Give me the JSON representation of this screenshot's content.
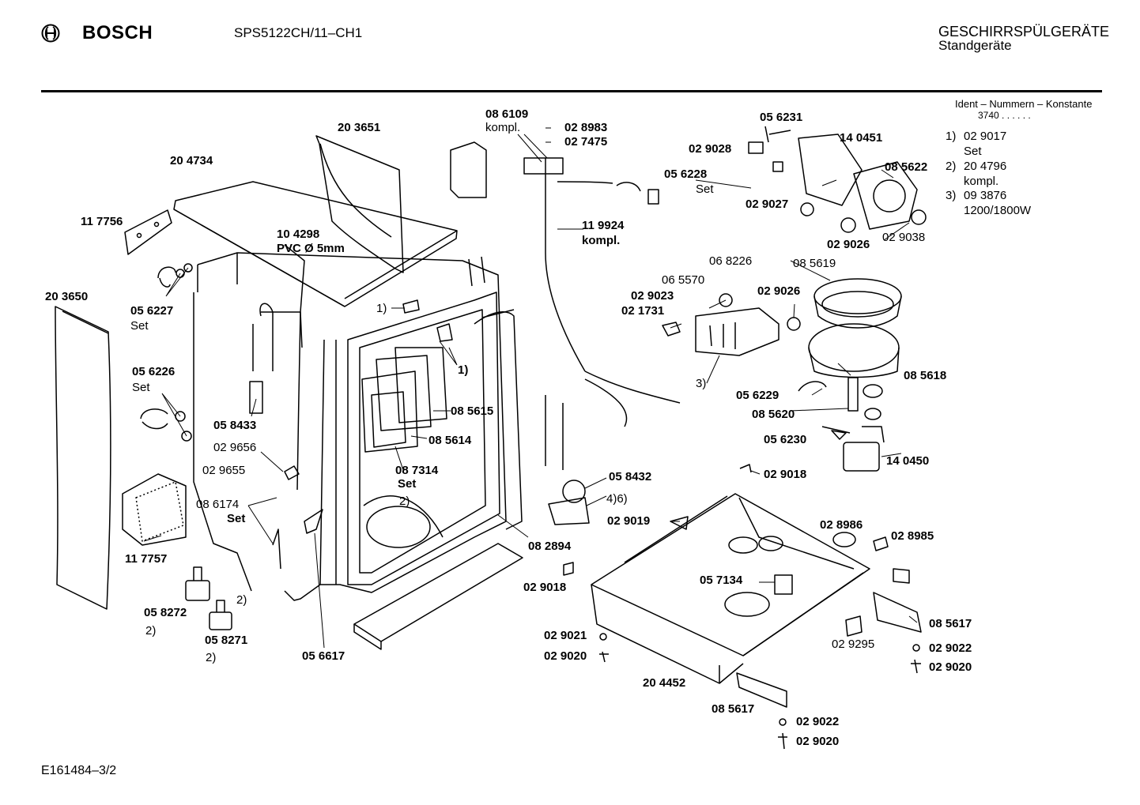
{
  "header": {
    "brand": "BOSCH",
    "model": "SPS5122CH/11–CH1",
    "category": "GESCHIRRSPÜLGERÄTE",
    "subcategory": "Standgeräte"
  },
  "ident": {
    "title": "Ident – Nummern – Konstante",
    "value": "3740 . . . . . ."
  },
  "notes": [
    {
      "key": "1)",
      "line1": "02 9017",
      "line2": "Set"
    },
    {
      "key": "2)",
      "line1": "20 4796",
      "line2": "kompl."
    },
    {
      "key": "3)",
      "line1": "09 3876",
      "line2": "1200/1800W"
    }
  ],
  "footer": "E161484–3/2",
  "parts": [
    "20 3651",
    "20 4734",
    "11 7756",
    "10 4298",
    "PVC Ø 5mm",
    "20 3650",
    "05 6227",
    "Set",
    "05 6226",
    "Set",
    "05 8433",
    "02 9656",
    "02 9655",
    "08 6174",
    "Set",
    "11 7757",
    "05 8272",
    "2)",
    "05 8271",
    "2)",
    "2)",
    "05 6617",
    "08 7314",
    "Set",
    "2)",
    "08 5615",
    "08 5614",
    "1)",
    "1)",
    "08 6109",
    "kompl.",
    "02 8983",
    "02 7475",
    "11 9924",
    "kompl.",
    "05 6228",
    "Set",
    "05 6231",
    "14 0451",
    "02 9028",
    "08 5622",
    "02 9027",
    "02 9026",
    "02 9038",
    "06 8226",
    "06 5570",
    "02 9023",
    "02 1731",
    "02 9026",
    "08 5619",
    "08 5618",
    "3)",
    "05 6229",
    "08 5620",
    "05 6230",
    "14 0450",
    "05 8432",
    "4)6)",
    "08 2894",
    "02 9018",
    "02 9019",
    "02 9018",
    "02 8986",
    "02 8985",
    "05 7134",
    "08 5617",
    "02 9295",
    "02 9021",
    "02 9020",
    "02 9022",
    "02 9020",
    "20 4452",
    "08 5617",
    "02 9022",
    "02 9020"
  ]
}
